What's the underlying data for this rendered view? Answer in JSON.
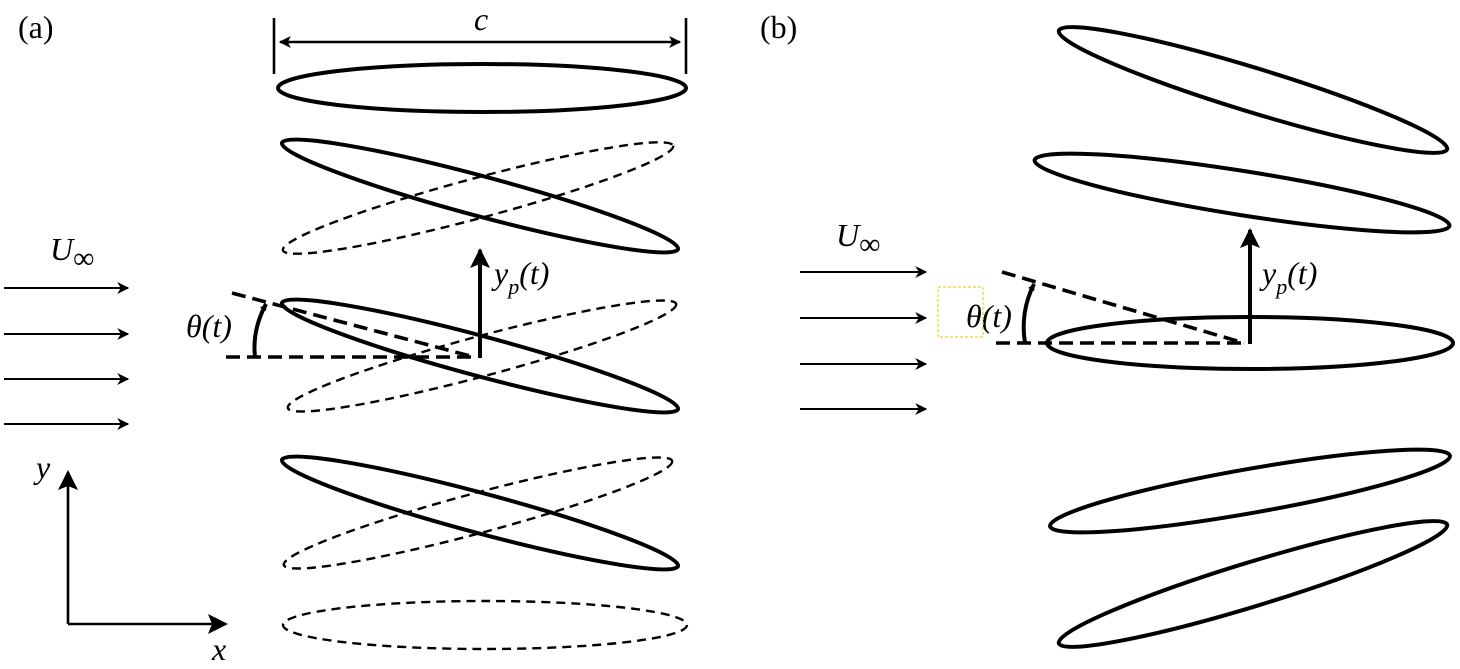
{
  "panel_a": {
    "label": "(a)",
    "chord_label": "c",
    "freestream_label": "U",
    "freestream_sub": "∞",
    "theta_label": "θ(t)",
    "heave_label": "y",
    "heave_sub": "p",
    "heave_arg": "(t)",
    "axis_y": "y",
    "axis_x": "x"
  },
  "panel_b": {
    "label": "(b)",
    "freestream_label": "U",
    "freestream_sub": "∞",
    "theta_label": "θ(t)",
    "heave_label": "y",
    "heave_sub": "p",
    "heave_arg": "(t)"
  }
}
